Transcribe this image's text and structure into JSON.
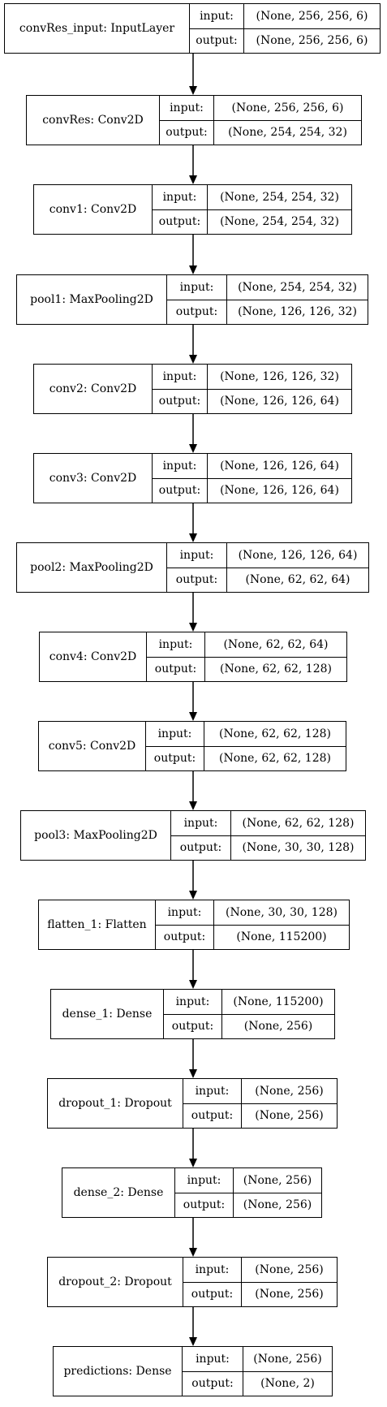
{
  "labels": {
    "input": "input:",
    "output": "output:"
  },
  "layers": [
    {
      "name": "convRes_input: InputLayer",
      "input": "(None, 256, 256, 6)",
      "output": "(None, 256, 256, 6)"
    },
    {
      "name": "convRes: Conv2D",
      "input": "(None, 256, 256, 6)",
      "output": "(None, 254, 254, 32)"
    },
    {
      "name": "conv1: Conv2D",
      "input": "(None, 254, 254, 32)",
      "output": "(None, 254, 254, 32)"
    },
    {
      "name": "pool1: MaxPooling2D",
      "input": "(None, 254, 254, 32)",
      "output": "(None, 126, 126, 32)"
    },
    {
      "name": "conv2: Conv2D",
      "input": "(None, 126, 126, 32)",
      "output": "(None, 126, 126, 64)"
    },
    {
      "name": "conv3: Conv2D",
      "input": "(None, 126, 126, 64)",
      "output": "(None, 126, 126, 64)"
    },
    {
      "name": "pool2: MaxPooling2D",
      "input": "(None, 126, 126, 64)",
      "output": "(None, 62, 62, 64)"
    },
    {
      "name": "conv4: Conv2D",
      "input": "(None, 62, 62, 64)",
      "output": "(None, 62, 62, 128)"
    },
    {
      "name": "conv5: Conv2D",
      "input": "(None, 62, 62, 128)",
      "output": "(None, 62, 62, 128)"
    },
    {
      "name": "pool3: MaxPooling2D",
      "input": "(None, 62, 62, 128)",
      "output": "(None, 30, 30, 128)"
    },
    {
      "name": "flatten_1: Flatten",
      "input": "(None, 30, 30, 128)",
      "output": "(None, 115200)"
    },
    {
      "name": "dense_1: Dense",
      "input": "(None, 115200)",
      "output": "(None, 256)"
    },
    {
      "name": "dropout_1: Dropout",
      "input": "(None, 256)",
      "output": "(None, 256)"
    },
    {
      "name": "dense_2: Dense",
      "input": "(None, 256)",
      "output": "(None, 256)"
    },
    {
      "name": "dropout_2: Dropout",
      "input": "(None, 256)",
      "output": "(None, 256)"
    },
    {
      "name": "predictions: Dense",
      "input": "(None, 256)",
      "output": "(None, 2)"
    }
  ]
}
